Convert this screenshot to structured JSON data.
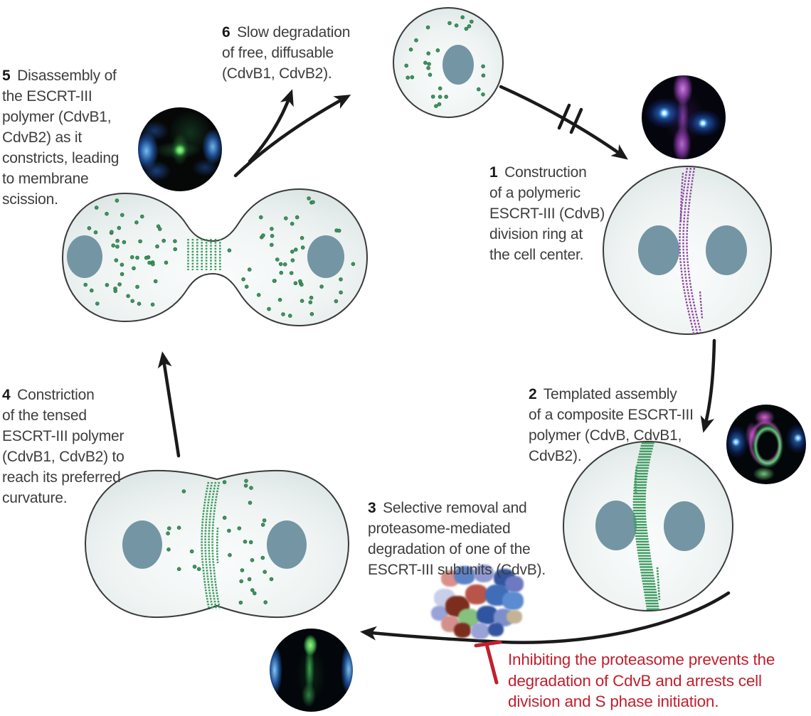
{
  "figure": {
    "colors": {
      "accent_red": "#c0202e",
      "escrt_green": "#3e9b60",
      "cdvb_purple": "#8f4ba0",
      "nucleus_blue": "#7495a4",
      "membrane_outline": "#3a3a3a",
      "arrow_black": "#1a1a1a"
    },
    "steps": [
      {
        "num": "1",
        "text": " Construction\nof a polymeric\nESCRT-III (CdvB)\ndivision ring at\nthe cell center."
      },
      {
        "num": "2",
        "text": " Templated assembly\nof a composite ESCRT-III\npolymer (CdvB, CdvB1,\nCdvB2)."
      },
      {
        "num": "3",
        "text": " Selective removal and\nproteasome-mediated\ndegradation of one of the\nESCRT-III subunits (CdvB)."
      },
      {
        "num": "4",
        "text": " Constriction\nof the tensed\nESCRT-III polymer\n(CdvB1, CdvB2) to\nreach its preferred\ncurvature."
      },
      {
        "num": "5",
        "text": " Disassembly of\nthe ESCRT-III\npolymer (CdvB1,\nCdvB2) as it\nconstricts, leading\nto membrane\nscission."
      },
      {
        "num": "6",
        "text": " Slow degradation\nof free, diffusable\n(CdvB1, CdvB2)."
      }
    ],
    "inhibition_note": "Inhibiting the proteasome prevents the\ndegradation of CdvB and arrests cell\ndivision and S phase initiation."
  }
}
